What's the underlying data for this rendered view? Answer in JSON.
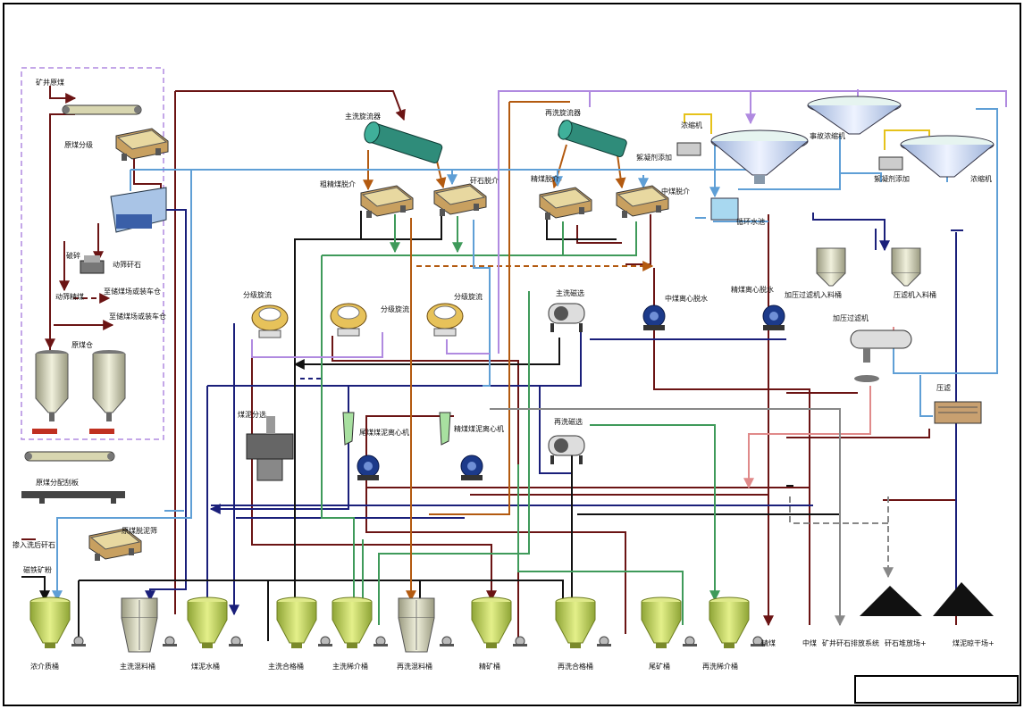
{
  "colors": {
    "brown": "#6b1414",
    "navy": "#1a1f7a",
    "black": "#111111",
    "green": "#3f9a5a",
    "orange": "#b35a10",
    "lightblue": "#5f9fd6",
    "lavender": "#b08ae0",
    "pink": "#e08a8a",
    "gray": "#888888",
    "tank_green": "#c8db62",
    "yellow": "#e6c21a"
  },
  "labels": {
    "raw_coal_mine": "矿井原煤",
    "raw_coal_grading": "原煤分级",
    "crushing": "破碎",
    "moving_screen_gangue": "动筛矸石",
    "to_storage_1": "至储煤场或装车仓",
    "moving_screen_coal": "动筛精煤",
    "to_storage_2": "至储煤场或装车仓",
    "raw_coal_bin": "原煤仓",
    "raw_coal_distributor": "原煤分配刮板",
    "into_wash_gangue": "掺入洗后矸石",
    "raw_coal_desliming": "原煤脱泥筛",
    "magnetite_powder": "磁铁矿粉",
    "main_cyclone": "主洗旋流器",
    "coarse_clean_coal_medium": "粗精煤脱介",
    "gangue_medium": "矸石脱介",
    "rewash_cyclone": "再洗旋流器",
    "fine_coal_medium": "精煤脱介",
    "middling_medium": "中煤脱介",
    "flocculant_1": "絮凝剂添加",
    "thickener_1": "浓缩机",
    "emergency_thickener": "事故浓缩机",
    "flocculant_2": "絮凝剂添加",
    "thickener_2": "浓缩机",
    "circ_water_tank": "循环水池",
    "classifier_1": "分级旋流",
    "classifier_2": "分级旋流",
    "classifier_3": "分级旋流",
    "main_mag_sep": "主洗磁选",
    "middling_centrifuge": "中煤离心脱水",
    "fine_coal_centrifuge": "精煤离心脱水",
    "pressure_filter_feed": "加压过滤机入料桶",
    "press_filter_feed": "压滤机入料桶",
    "pressure_filter": "加压过滤机",
    "press_filter": "压滤",
    "slime_classifier": "煤泥分选",
    "coarse_slime_centrifuge": "尾煤煤泥离心机",
    "fine_slime_centrifuge": "精煤煤泥离心机",
    "rewash_mag_sep": "再洗磁选",
    "out_clean_coal": "精煤",
    "out_middling": "中煤",
    "out_gangue_system": "矿井矸石排放系统",
    "out_gangue_yard": "矸石堆放场+",
    "out_slime_yard": "煤泥晾干场+"
  },
  "tanks": [
    {
      "label": "浓介质桶"
    },
    {
      "label": "主洗混料桶"
    },
    {
      "label": "煤泥水桶"
    },
    {
      "label": "主洗合格桶"
    },
    {
      "label": "主洗稀介桶"
    },
    {
      "label": "再洗混料桶"
    },
    {
      "label": "精矿桶"
    },
    {
      "label": "再洗合格桶"
    },
    {
      "label": "尾矿桶"
    },
    {
      "label": "再洗稀介桶"
    }
  ]
}
